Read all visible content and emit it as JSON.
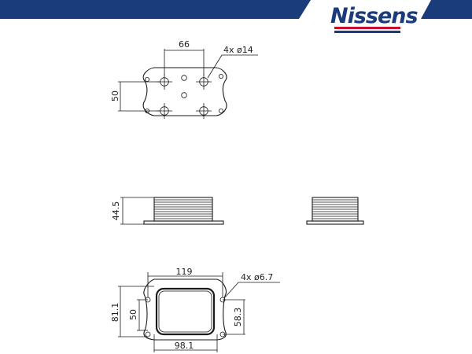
{
  "brand": {
    "name": "Nissens",
    "primary_color": "#1b3c7a",
    "accent_color": "#c8102e"
  },
  "drawing": {
    "top_view": {
      "width_dim": "66",
      "height_dim": "50",
      "holes_note": "4x ø14"
    },
    "side_view": {
      "height_dim": "44.5"
    },
    "bottom_view": {
      "width_dim": "119",
      "holes_note": "4x ø6.7",
      "left_outer_dim": "81.1",
      "left_inner_dim": "50",
      "right_dim": "58.3",
      "bottom_dim": "98.1"
    }
  }
}
